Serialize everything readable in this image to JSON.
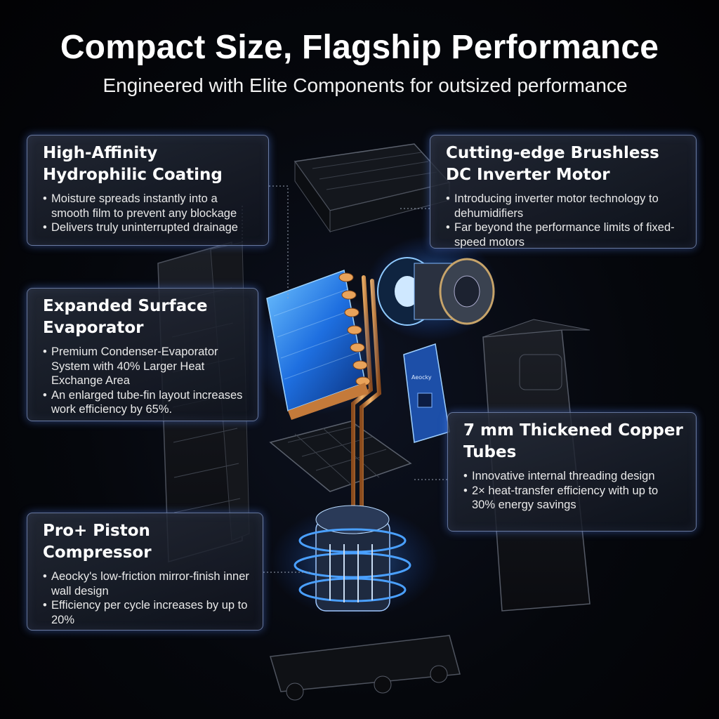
{
  "header": {
    "title": "Compact Size, Flagship Performance",
    "subtitle": "Engineered with Elite Components for outsized performance"
  },
  "colors": {
    "accent_blue": "#3d8bff",
    "copper": "#d9904a",
    "card_border": "#aac3ff"
  },
  "features": [
    {
      "title": "High-Affinity Hydrophilic Coating",
      "bullets": [
        "Moisture spreads instantly into a smooth film to prevent any blockage",
        "Delivers truly uninterrupted drainage"
      ]
    },
    {
      "title": "Cutting-edge Brushless DC Inverter Motor",
      "bullets": [
        "Introducing inverter motor technology to dehumidifiers",
        "Far beyond the performance limits of fixed-speed motors"
      ]
    },
    {
      "title": "Expanded Surface Evaporator",
      "bullets": [
        "Premium Condenser-Evaporator System with 40% Larger Heat Exchange Area",
        "An enlarged tube-fin layout increases work efficiency by 65%."
      ]
    },
    {
      "title": "7 mm Thickened Copper Tubes",
      "bullets": [
        "Innovative internal threading design",
        "2× heat-transfer efficiency with up to 30% energy savings"
      ]
    },
    {
      "title": "Pro+ Piston Compressor",
      "bullets": [
        "Aeocky's low-friction mirror-finish inner wall design",
        "Efficiency per cycle increases by up to 20%"
      ]
    }
  ],
  "components": {
    "pcb_brand": "Aeocky"
  }
}
